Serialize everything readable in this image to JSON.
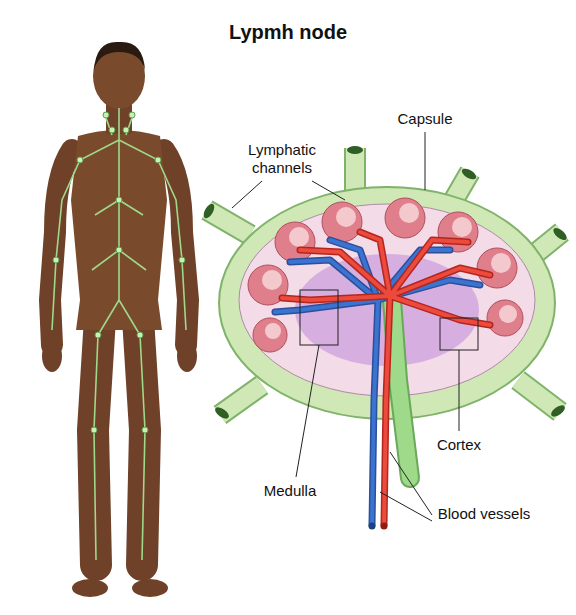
{
  "diagram": {
    "title": "Lypmh node",
    "labels": [
      "Lymphatic channels",
      "Capsule",
      "Cortex",
      "Medulla",
      "Blood vessels"
    ]
  }
}
